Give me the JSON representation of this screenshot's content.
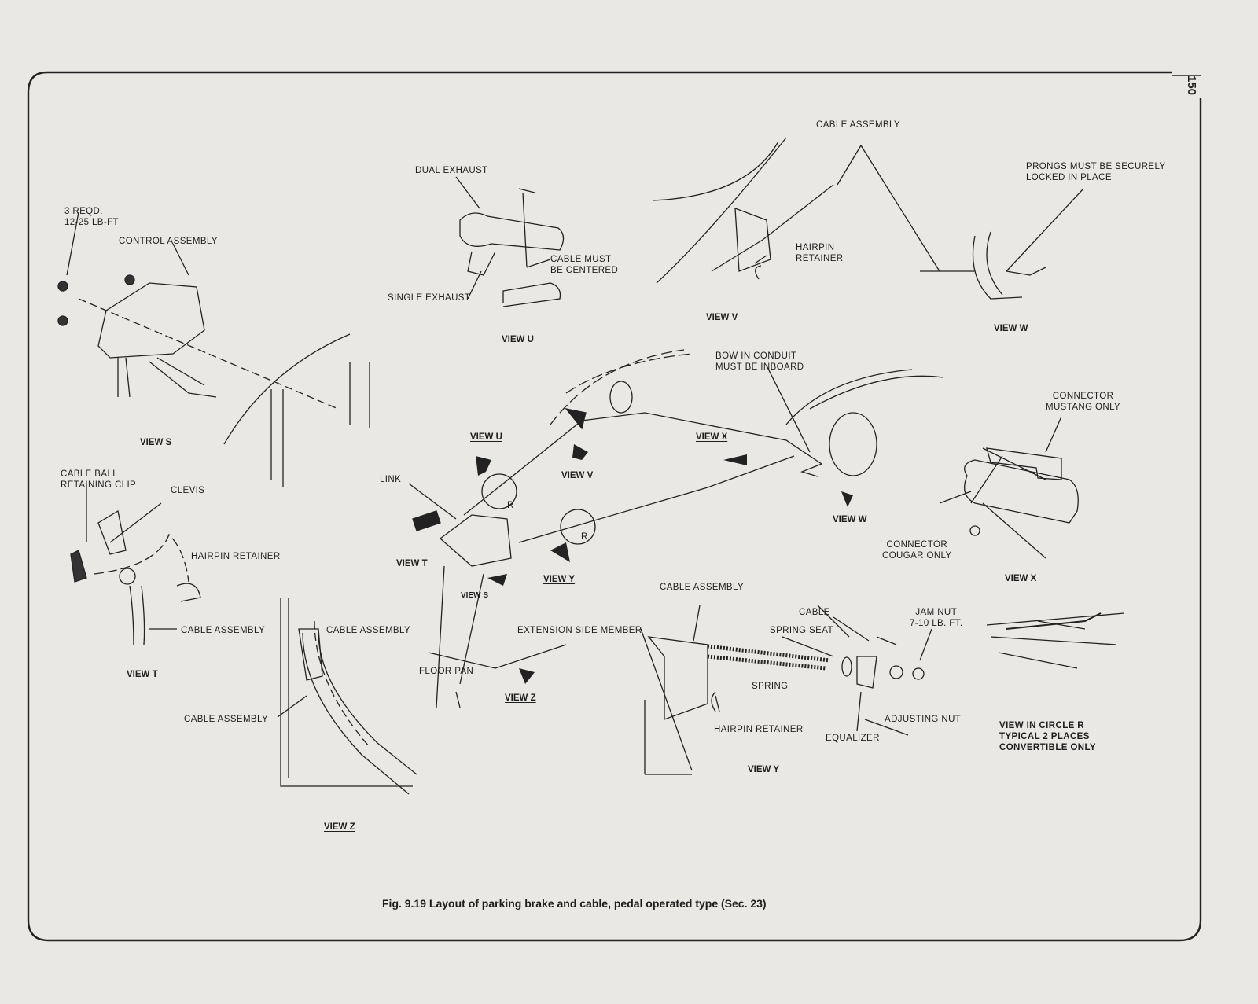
{
  "page_number": "150",
  "caption": "Fig. 9.19 Layout of parking brake and cable, pedal operated type (Sec. 23)",
  "labels": {
    "reqd": "3 REQD.\n12-25 LB-FT",
    "control_assembly": "CONTROL ASSEMBLY",
    "dual_exhaust": "DUAL EXHAUST",
    "cable_centered": "CABLE MUST\nBE CENTERED",
    "single_exhaust": "SINGLE EXHAUST",
    "cable_assembly_top": "CABLE ASSEMBLY",
    "hairpin_retainer_v": "HAIRPIN\nRETAINER",
    "prongs": "PRONGS MUST BE SECURELY\nLOCKED IN PLACE",
    "bow_in_conduit": "BOW IN CONDUIT\nMUST BE INBOARD",
    "connector_mustang": "CONNECTOR\nMUSTANG ONLY",
    "connector_cougar": "CONNECTOR\nCOUGAR ONLY",
    "cable_ball_clip": "CABLE BALL\nRETAINING CLIP",
    "clevis": "CLEVIS",
    "link": "LINK",
    "hairpin_retainer_t": "HAIRPIN RETAINER",
    "cable_assembly_t": "CABLE ASSEMBLY",
    "cable_assembly_center": "CABLE ASSEMBLY",
    "extension_side_member": "EXTENSION SIDE MEMBER",
    "floor_pan": "FLOOR PAN",
    "cable_assembly_z": "CABLE ASSEMBLY",
    "cable_assembly_y": "CABLE ASSEMBLY",
    "cable": "CABLE",
    "jam_nut": "JAM NUT\n7-10 LB. FT.",
    "spring_seat": "SPRING SEAT",
    "spring": "SPRING",
    "adjusting_nut": "ADJUSTING NUT",
    "hairpin_retainer_y": "HAIRPIN RETAINER",
    "equalizer": "EQUALIZER",
    "circle_r_note": "VIEW IN CIRCLE R\nTYPICAL 2 PLACES\nCONVERTIBLE ONLY",
    "r1": "R",
    "r2": "R"
  },
  "views": {
    "s": "VIEW S",
    "u": "VIEW U",
    "v": "VIEW V",
    "w": "VIEW W",
    "x": "VIEW X",
    "t": "VIEW T",
    "y": "VIEW Y",
    "z": "VIEW Z",
    "u_arrow": "VIEW U",
    "v_arrow": "VIEW V",
    "x_arrow": "VIEW X",
    "w_arrow": "VIEW W",
    "t_arrow": "VIEW T",
    "y_arrow": "VIEW Y",
    "s_arrow": "VIEW S",
    "z_arrow": "VIEW Z"
  }
}
